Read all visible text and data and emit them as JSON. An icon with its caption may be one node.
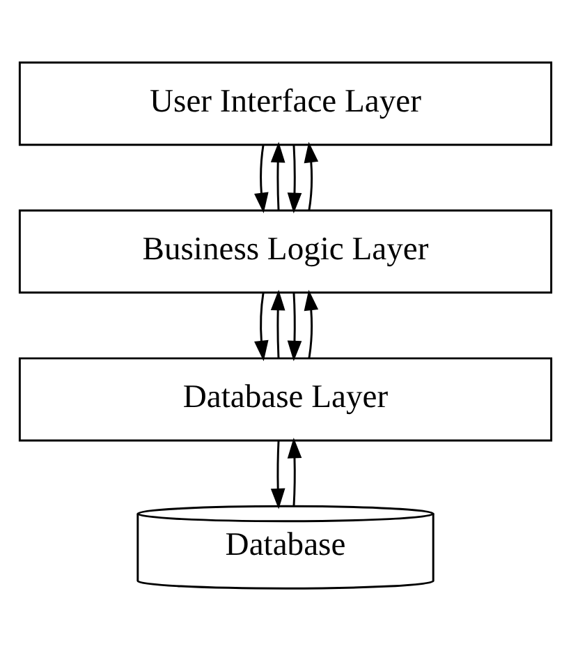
{
  "diagram": {
    "nodes": [
      {
        "text": [
          "User Interface Layer"
        ]
      },
      {
        "text": [
          "Business Logic Layer"
        ]
      },
      {
        "text": [
          "Database Layer"
        ]
      },
      {
        "text": [
          "Database"
        ]
      }
    ],
    "edges": [
      {
        "from": 0,
        "to": 1,
        "arrow": "to"
      },
      {
        "from": 1,
        "to": 0,
        "arrow": "to"
      },
      {
        "from": 0,
        "to": 1,
        "arrow": "to"
      },
      {
        "from": 1,
        "to": 0,
        "arrow": "to"
      },
      {
        "from": 1,
        "to": 2,
        "arrow": "to"
      },
      {
        "from": 2,
        "to": 1,
        "arrow": "to"
      },
      {
        "from": 1,
        "to": 2,
        "arrow": "to"
      },
      {
        "from": 2,
        "to": 1,
        "arrow": "to"
      },
      {
        "from": 2,
        "to": 3,
        "arrow": "to"
      },
      {
        "from": 3,
        "to": 2,
        "arrow": "to"
      }
    ]
  }
}
